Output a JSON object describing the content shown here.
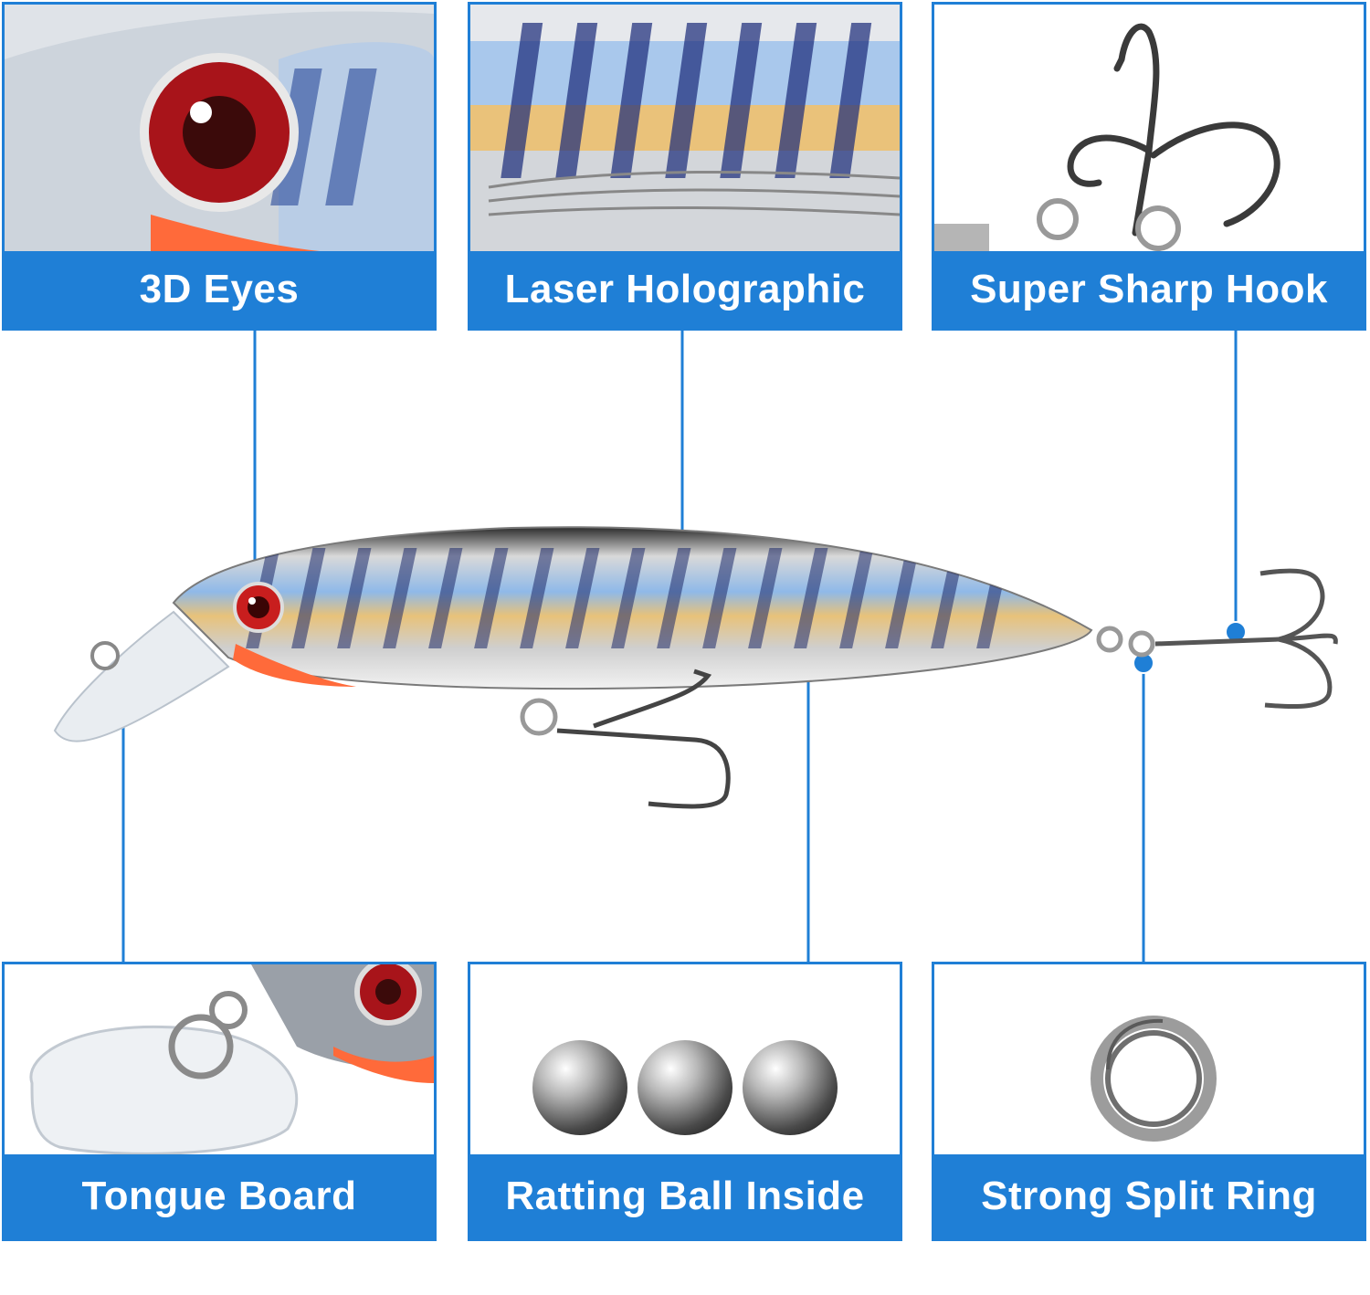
{
  "features": {
    "eyes": "3D Eyes",
    "laser": "Laser Holographic",
    "hook": "Super Sharp Hook",
    "tongue": "Tongue Board",
    "ball": "Ratting Ball Inside",
    "ring": "Strong Split Ring"
  },
  "colors": {
    "accent": "#1f7fd6",
    "label_text": "#ffffff"
  }
}
